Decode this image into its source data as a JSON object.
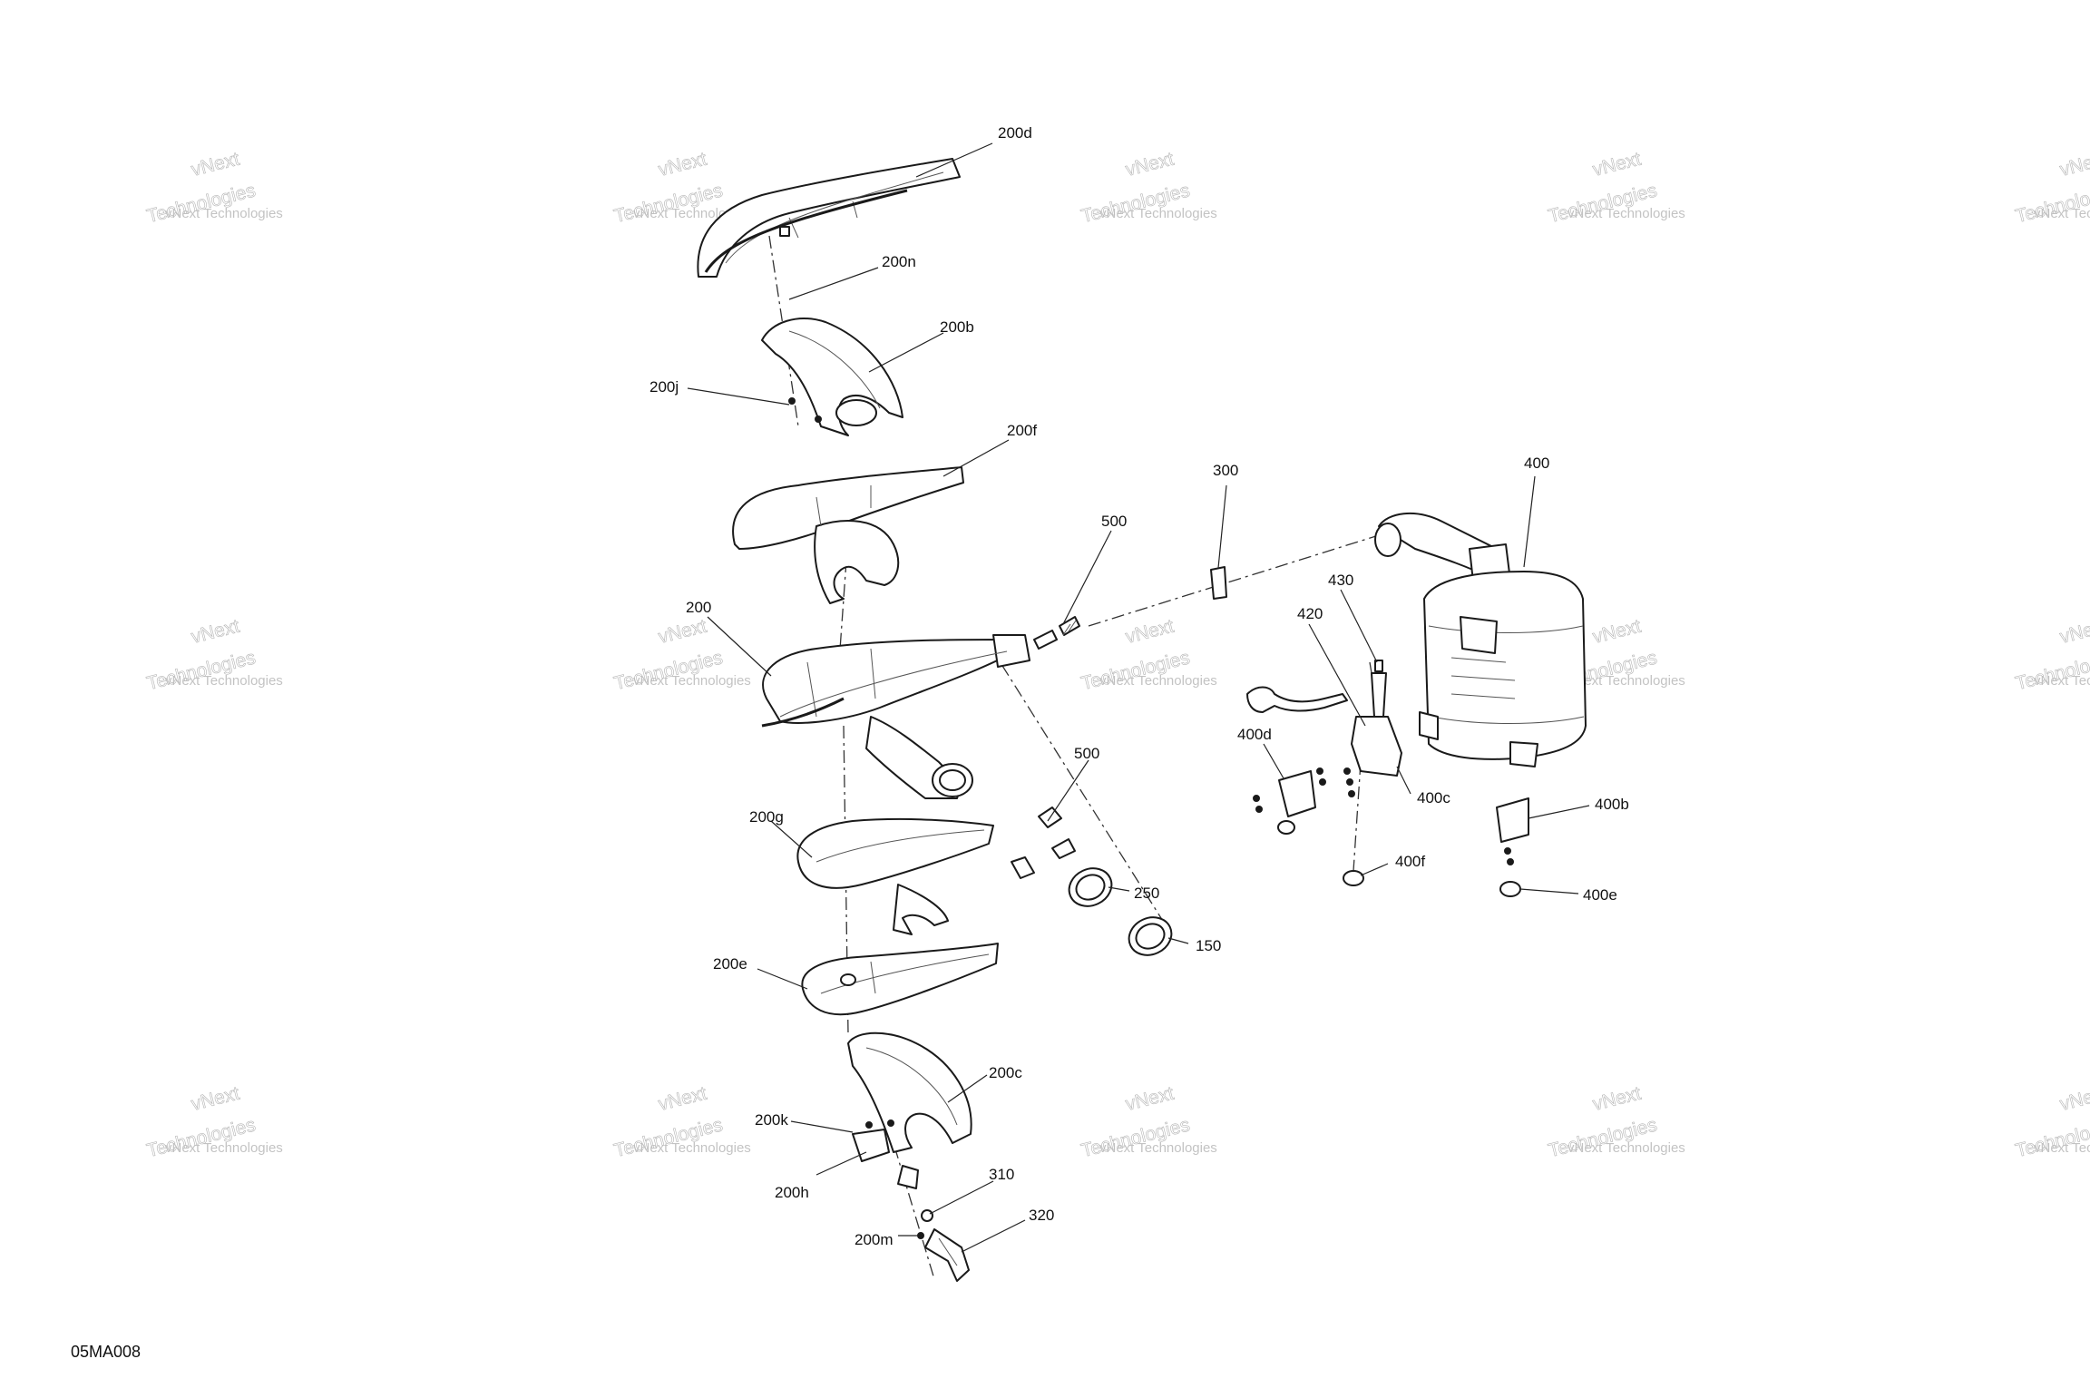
{
  "figure_id": "05MA008",
  "watermark": {
    "line1": "vNext",
    "line2": "Technologies",
    "line3": "vNext Technologies"
  },
  "callouts": [
    {
      "id": "c-200d",
      "label": "200d"
    },
    {
      "id": "c-200n",
      "label": "200n"
    },
    {
      "id": "c-200b",
      "label": "200b"
    },
    {
      "id": "c-200j",
      "label": "200j"
    },
    {
      "id": "c-200f",
      "label": "200f"
    },
    {
      "id": "c-300",
      "label": "300"
    },
    {
      "id": "c-400",
      "label": "400"
    },
    {
      "id": "c-500a",
      "label": "500"
    },
    {
      "id": "c-430",
      "label": "430"
    },
    {
      "id": "c-420",
      "label": "420"
    },
    {
      "id": "c-200",
      "label": "200"
    },
    {
      "id": "c-400d",
      "label": "400d"
    },
    {
      "id": "c-500b",
      "label": "500"
    },
    {
      "id": "c-400c",
      "label": "400c"
    },
    {
      "id": "c-200g",
      "label": "200g"
    },
    {
      "id": "c-400b",
      "label": "400b"
    },
    {
      "id": "c-250",
      "label": "250"
    },
    {
      "id": "c-400f",
      "label": "400f"
    },
    {
      "id": "c-400e",
      "label": "400e"
    },
    {
      "id": "c-150",
      "label": "150"
    },
    {
      "id": "c-200e",
      "label": "200e"
    },
    {
      "id": "c-200c",
      "label": "200c"
    },
    {
      "id": "c-200k",
      "label": "200k"
    },
    {
      "id": "c-200h",
      "label": "200h"
    },
    {
      "id": "c-310",
      "label": "310"
    },
    {
      "id": "c-320",
      "label": "320"
    },
    {
      "id": "c-200m",
      "label": "200m"
    }
  ]
}
